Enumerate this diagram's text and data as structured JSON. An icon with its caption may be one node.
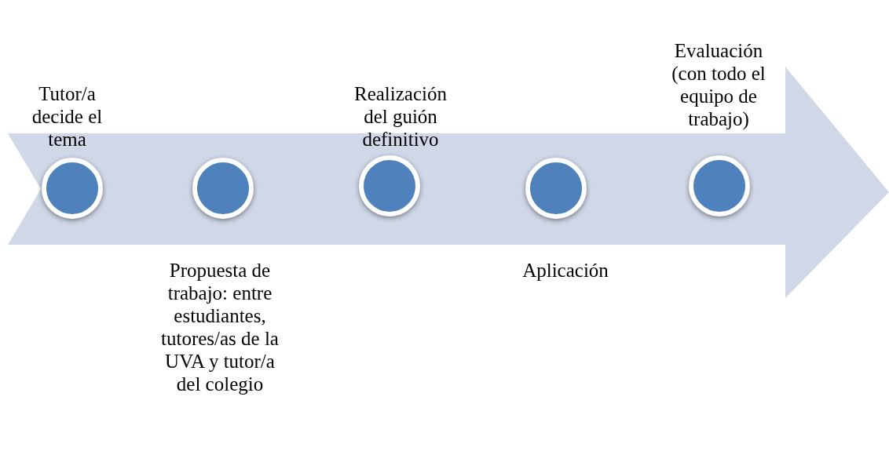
{
  "diagram": {
    "nodes": [
      {
        "text": [],
        "shape": "circle",
        "beside": [
          "Tutor/a decide el tema"
        ]
      },
      {
        "text": [],
        "shape": "circle",
        "beside": [
          "Propuesta de trabajo: entre estudiantes, tutores/as de la UVA y tutor/a del colegio"
        ]
      },
      {
        "text": [],
        "shape": "circle",
        "beside": [
          "Realización del guión definitivo"
        ]
      },
      {
        "text": [],
        "shape": "circle",
        "beside": [
          "Aplicación"
        ]
      },
      {
        "text": [],
        "shape": "circle",
        "beside": [
          "Evaluación (con todo el equipo de trabajo)"
        ]
      }
    ]
  }
}
